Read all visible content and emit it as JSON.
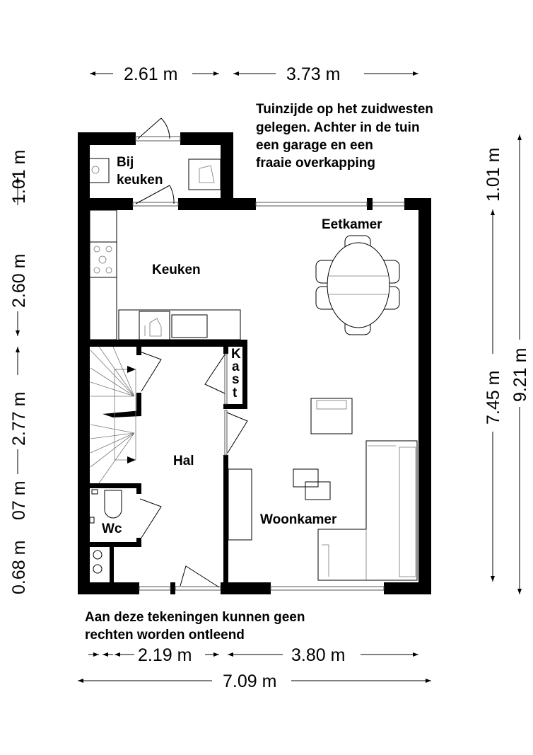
{
  "dimensions": {
    "top": [
      "2.61 m",
      "3.73 m"
    ],
    "left": [
      "1.01 m",
      "2.60 m",
      "2.77 m",
      "07 m",
      "0.68 m"
    ],
    "right_inner": [
      "1.01 m",
      "7.45 m"
    ],
    "right_outer": "9.21 m",
    "bottom_inner": [
      "2.19 m",
      "3.80 m"
    ],
    "bottom_total": "7.09 m"
  },
  "notes": {
    "orientation": [
      "Tuinzijde op het zuidwesten",
      "gelegen. Achter in de tuin",
      "een garage en een",
      "fraaie overkapping"
    ],
    "disclaimer": [
      "Aan deze tekeningen kunnen geen",
      "rechten worden ontleend"
    ]
  },
  "rooms": {
    "bijkeuken": [
      "Bij",
      "keuken"
    ],
    "keuken": "Keuken",
    "eetkamer": "Eetkamer",
    "kast": [
      "K",
      "a",
      "s",
      "t"
    ],
    "hal": "Hal",
    "wc": "Wc",
    "woonkamer": "Woonkamer"
  }
}
